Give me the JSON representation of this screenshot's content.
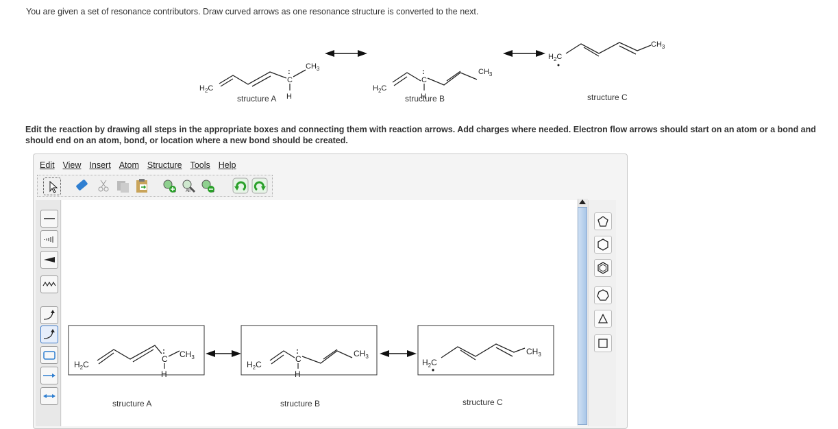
{
  "instructions": {
    "line1": "You are given a set of resonance contributors. Draw curved arrows as one resonance structure is converted to the next.",
    "line2": "Edit the reaction by drawing all steps in the appropriate boxes and connecting them with reaction arrows. Add charges where needed. Electron flow arrows should start on an atom or a bond and should end on an atom, bond, or location where a new bond should be created."
  },
  "structures": {
    "a_label": "structure A",
    "b_label": "structure B",
    "c_label": "structure C",
    "h2c": "H",
    "h2c_sub": "2",
    "h2c_c": "C",
    "ch": "CH",
    "ch_sub": "3",
    "c_atom": "C",
    "h_atom": "H",
    "lone_pair": ":"
  },
  "editor": {
    "menu": [
      "Edit",
      "View",
      "Insert",
      "Atom",
      "Structure",
      "Tools",
      "Help"
    ],
    "toolbar_icons": [
      "select-icon",
      "eraser-icon",
      "scissors-icon",
      "copy-icon",
      "paste-icon",
      "zoom-in-icon",
      "zoom-all-icon",
      "zoom-out-icon",
      "undo-icon",
      "redo-icon"
    ],
    "left_tools": [
      "single-bond-icon",
      "hashed-bond-icon",
      "wedge-bond-icon",
      "wavy-bond-icon",
      "curved-arrow-single-icon",
      "curved-arrow-double-icon",
      "box-icon",
      "reaction-arrow-icon",
      "resonance-arrow-icon"
    ],
    "right_tools": [
      "cyclopentane-icon",
      "cyclohexane-icon",
      "benzene-icon",
      "cycloheptane-icon",
      "cyclopropane-icon",
      "cyclobutane-icon"
    ],
    "zoom_label": "All"
  },
  "colors": {
    "accent": "#2f7fd1",
    "green": "#2aa02a"
  }
}
